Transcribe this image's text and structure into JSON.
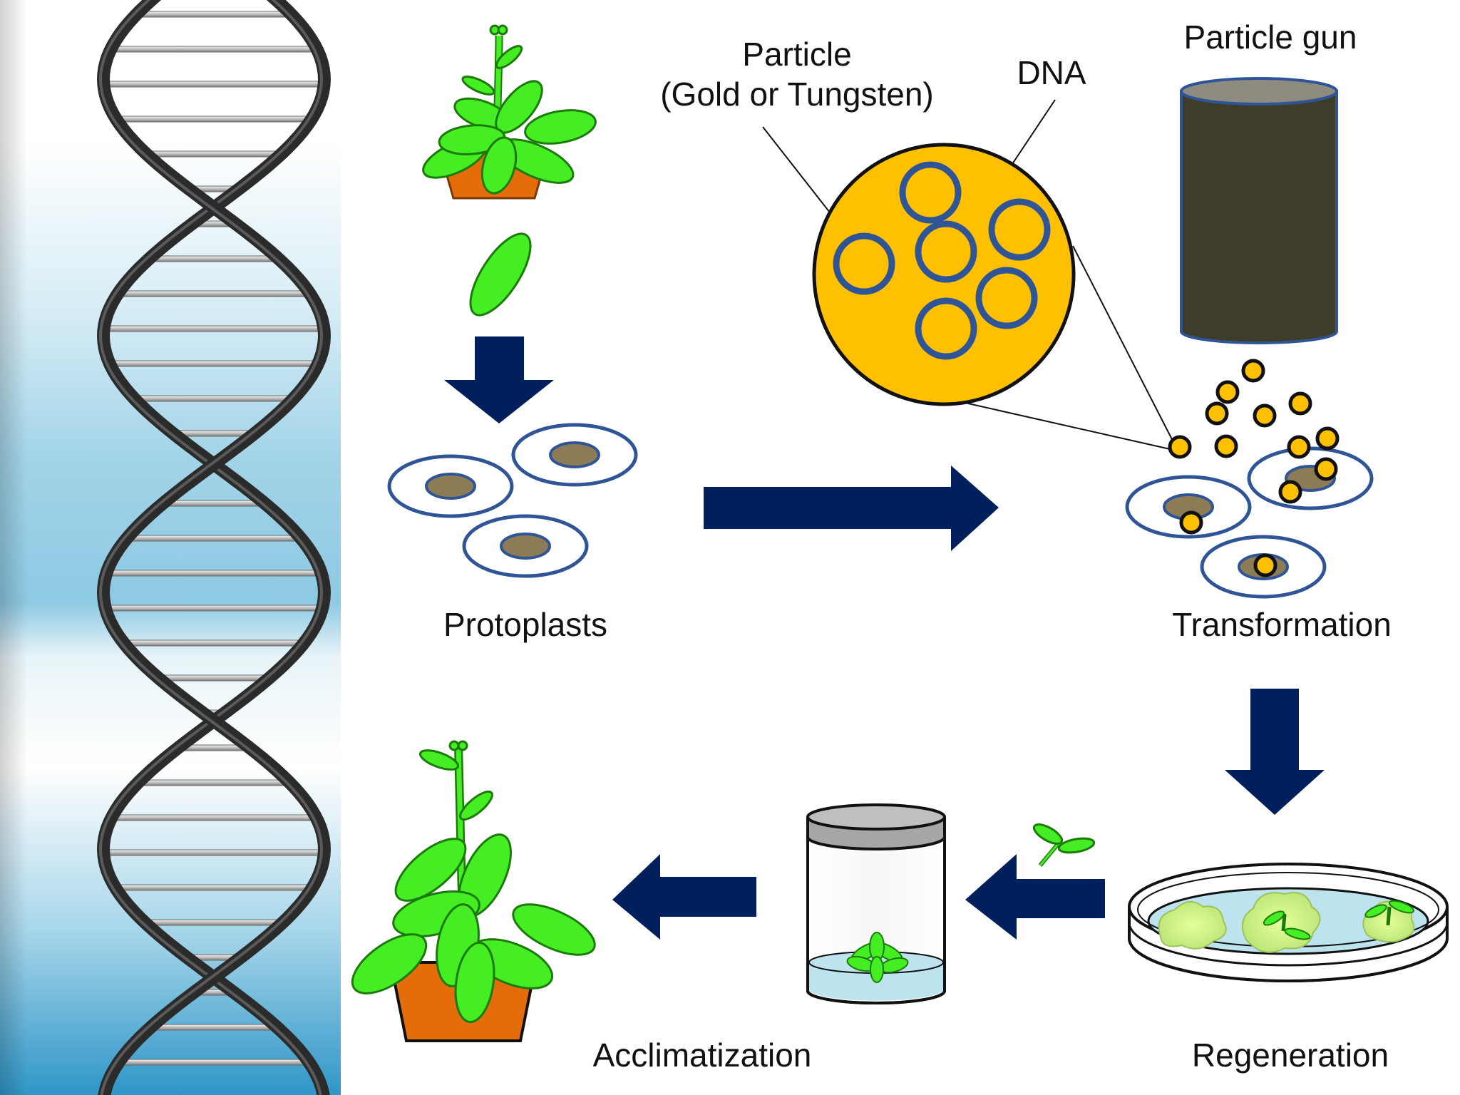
{
  "labels": {
    "particle": "Particle",
    "particle_material": "(Gold or Tungsten)",
    "dna": "DNA",
    "particle_gun": "Particle gun",
    "protoplasts": "Protoplasts",
    "transformation": "Transformation",
    "regeneration": "Regeneration",
    "acclimatization": "Acclimatization"
  },
  "colors": {
    "arrow": "#001f5c",
    "outline": "#2f5597",
    "gold": "#ffc000",
    "leaf": "#44ee22",
    "leaf_stroke": "#1b7a0a",
    "pot": "#e46c0a",
    "nucleus": "#8c7b55",
    "gun_body": "#3e3d2a",
    "medium": "#bde3ef",
    "dna_band": "#2e2e2e",
    "dna_rung": "#c8c8c8"
  },
  "icons": [
    "dna-helix-icon",
    "potted-plant-icon",
    "leaf-icon",
    "protoplast-icon",
    "particle-gun-icon",
    "petri-dish-icon",
    "culture-jar-icon",
    "seedling-icon"
  ]
}
